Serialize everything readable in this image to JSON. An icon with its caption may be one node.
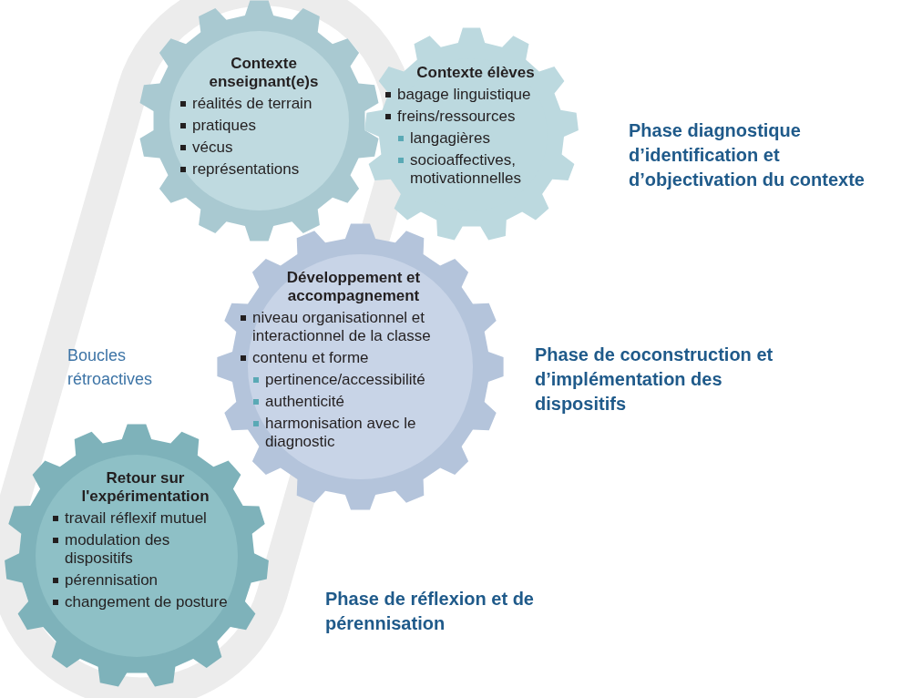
{
  "diagram": {
    "nodes": [
      {
        "text": [
          "Contexte enseignant(e)s",
          "réalités de terrain",
          "pratiques",
          "vécus",
          "représentations"
        ]
      },
      {
        "text": [
          "Contexte élèves",
          "bagage linguistique",
          "freins/ressources",
          "langagières",
          "socioaffectives, motivationnelles"
        ]
      },
      {
        "text": [
          "Développement et accompagnement",
          "niveau organisationnel et interactionnel de la classe",
          "contenu et forme",
          "pertinence/accessibilité",
          "authenticité",
          "harmonisation avec le diagnostic"
        ]
      },
      {
        "text": [
          "Retour sur l'expérimentation",
          "travail réflexif mutuel",
          "modulation des dispositifs",
          "pérennisation",
          "changement de posture"
        ]
      }
    ],
    "labels": [
      "Phase diagnostique d’identification et d’objectivation du contexte",
      "Boucles rétroactives",
      "Phase de coconstruction et d’implémentation des dispositifs",
      "Phase de réflexion et de pérennisation"
    ]
  }
}
